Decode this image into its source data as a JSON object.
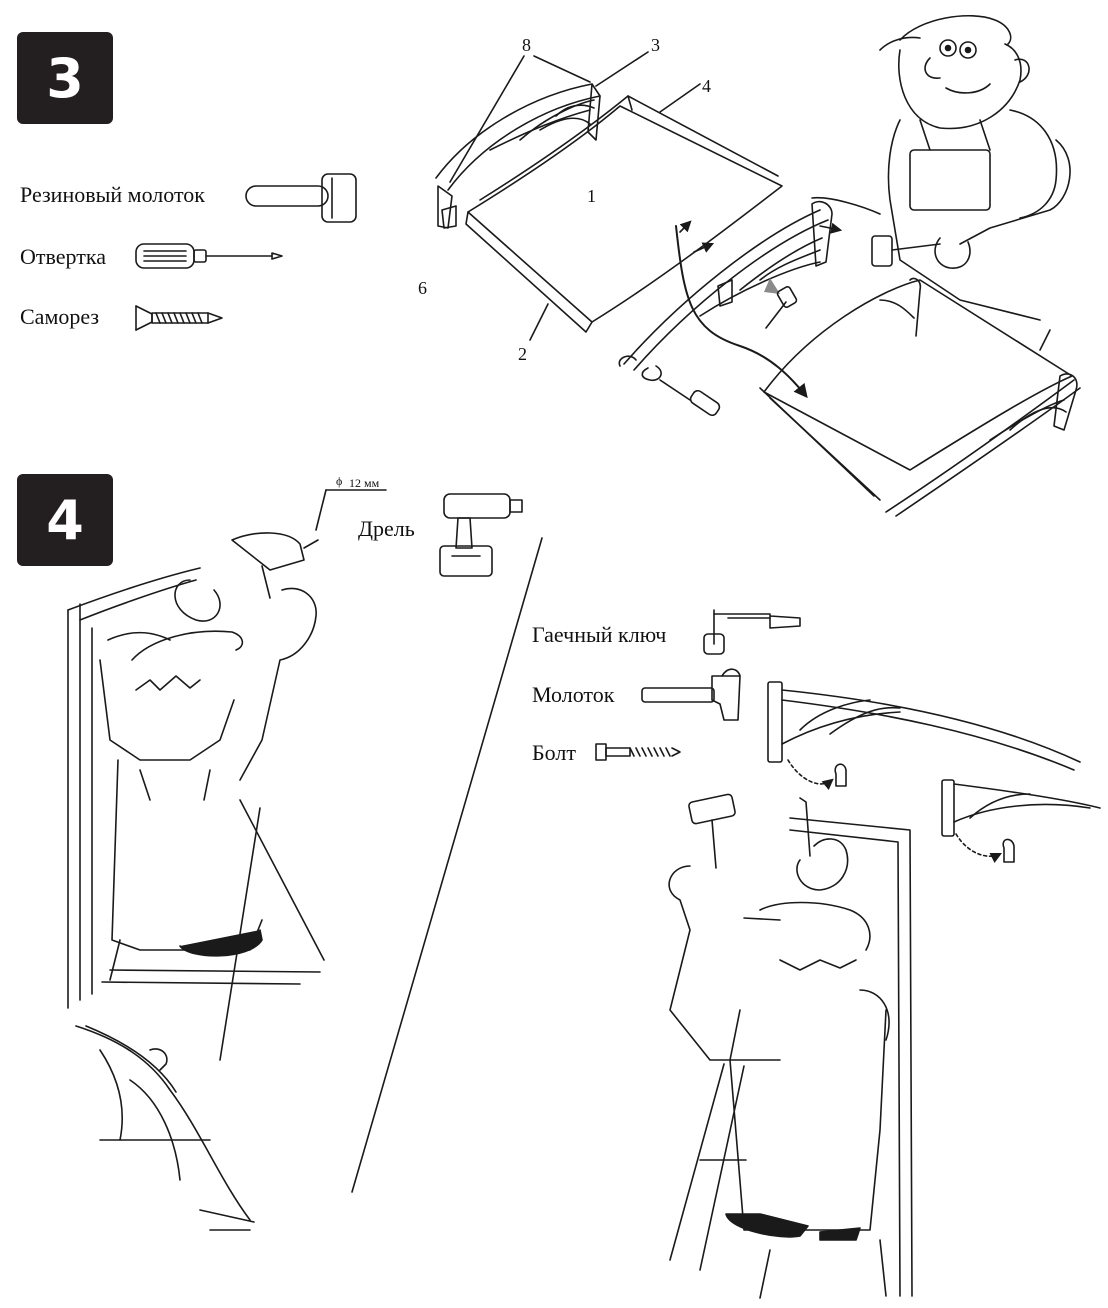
{
  "steps": [
    {
      "number": "3",
      "tools": [
        {
          "label": "Резиновый молоток",
          "icon": "rubber-mallet-icon"
        },
        {
          "label": "Отвертка",
          "icon": "screwdriver-icon"
        },
        {
          "label": "Саморез",
          "icon": "self-tapping-screw-icon"
        }
      ],
      "part_numbers": [
        "1",
        "2",
        "3",
        "4",
        "6",
        "8"
      ]
    },
    {
      "number": "4",
      "drill_label": "Дрель",
      "drill_size": "12 мм",
      "drill_size_symbol": "ϕ",
      "tools": [
        {
          "label": "Гаечный ключ",
          "icon": "wrench-icon"
        },
        {
          "label": "Молоток",
          "icon": "hammer-icon"
        },
        {
          "label": "Болт",
          "icon": "bolt-icon"
        }
      ]
    }
  ],
  "colors": {
    "badge": "#231f20",
    "line": "#1a1a1a",
    "arrow_gray": "#8a8a8a"
  }
}
